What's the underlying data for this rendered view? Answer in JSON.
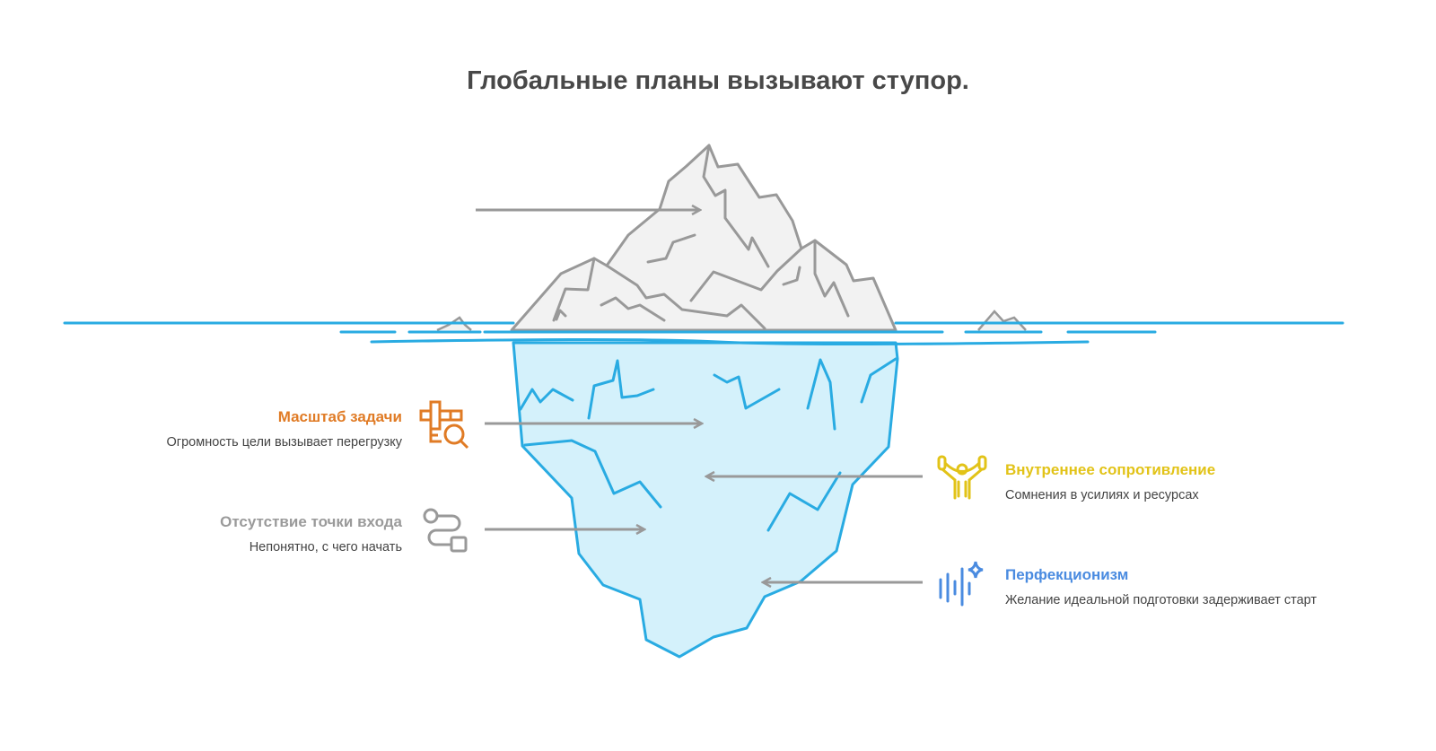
{
  "title": "Глобальные планы вызывают ступор.",
  "items": [
    {
      "heading": "Масштаб задачи",
      "description": "Огромность цели вызывает перегрузку",
      "color": "#E07B25",
      "icon": "grid-search-icon"
    },
    {
      "heading": "Отсутствие точки входа",
      "description": "Непонятно, с чего начать",
      "color": "#9A9A9A",
      "icon": "path-nodes-icon"
    },
    {
      "heading": "Внутреннее сопротивление",
      "description": "Сомнения в усилиях и ресурсах",
      "color": "#E2C318",
      "icon": "weightlifter-icon"
    },
    {
      "heading": "Перфекционизм",
      "description": "Желание идеальной подготовки задерживает старт",
      "color": "#4A8BE0",
      "icon": "sparkle-sound-icon"
    }
  ],
  "colors": {
    "water": "#29ABE2",
    "underwater_fill": "#D4F1FB",
    "ice_fill": "#F2F2F2",
    "ice_stroke": "#999999",
    "arrow": "#999999"
  }
}
